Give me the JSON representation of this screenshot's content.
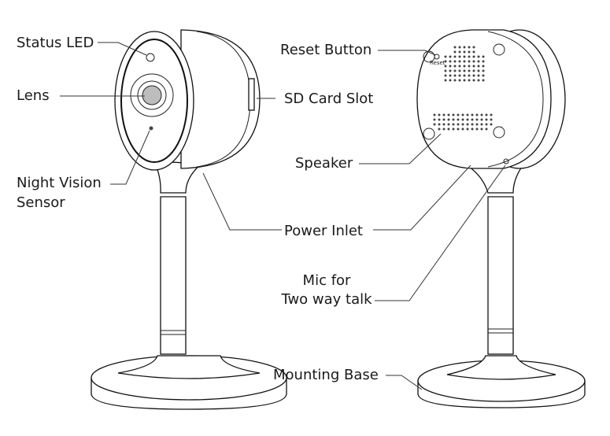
{
  "labels": {
    "status_led": "Status LED",
    "lens": "Lens",
    "night_vision_1": "Night Vision",
    "night_vision_2": "Sensor",
    "reset_button": "Reset Button",
    "sd_card_slot": "SD Card Slot",
    "speaker": "Speaker",
    "power_inlet": "Power Inlet",
    "mic_1": "Mic for",
    "mic_2": "Two way talk",
    "mounting_base": "Mounting Base",
    "reset_tiny": "Reset"
  },
  "colors": {
    "line": "#333333",
    "text": "#1a1a1a",
    "lens": "#bdbdbd"
  }
}
